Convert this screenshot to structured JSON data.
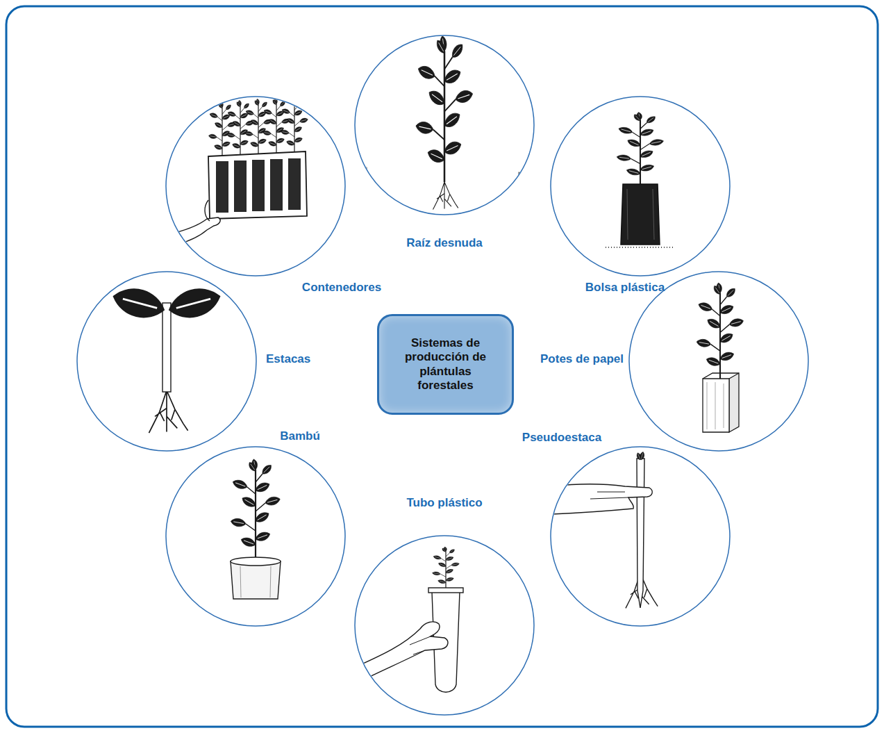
{
  "diagram": {
    "nodes": [
      {
        "text": [
          "Sistemas de producción de plántulas forestales"
        ]
      },
      {
        "text": [
          "Raíz desnuda"
        ]
      },
      {
        "text": [
          "Bolsa plástica"
        ]
      },
      {
        "text": [
          "Potes de papel"
        ]
      },
      {
        "text": [
          "Pseudoestaca"
        ]
      },
      {
        "text": [
          "Tubo plástico"
        ]
      },
      {
        "text": [
          "Bambú"
        ]
      },
      {
        "text": [
          "Estacas"
        ]
      },
      {
        "text": [
          "Contenedores"
        ]
      }
    ]
  }
}
